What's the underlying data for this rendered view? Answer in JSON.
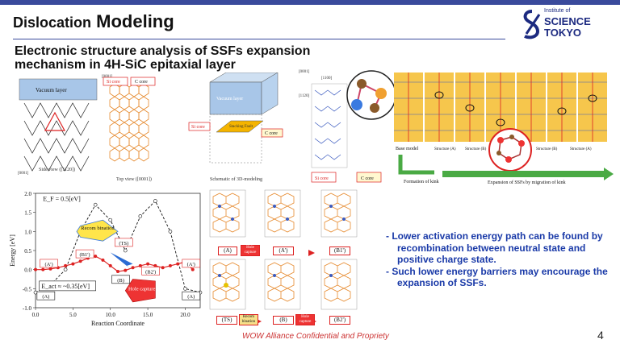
{
  "slide": {
    "title_small": "Dislocation",
    "title_big": "Modeling",
    "subtitle": "Electronic structure analysis of SSFs expansion mechanism in 4H-SiC epitaxial layer",
    "page_number": "4",
    "footer": "WOW Alliance Confidential and Propriety",
    "accent_color": "#3a4a9c"
  },
  "logo": {
    "line1": "Institute of",
    "line2": "SCIENCE",
    "line3": "TOKYO",
    "icon": "institute-logo-icon"
  },
  "fig_left": {
    "vacuum_label": "Vacuum layer",
    "si_core": "Si core",
    "c_core": "C core",
    "stacking_fault": "Stacking Fault",
    "caption_side": "Side view ([1120])",
    "caption_top": "Top view ([0001])",
    "caption_3d": "Schematic of 3D-modeling"
  },
  "fig_right": {
    "base_model": "Base model",
    "structure_a": "Structure (A)",
    "structure_b": "Structure (B)",
    "structure_b2": "Structure (B)",
    "structure_a2": "Structure (A)",
    "formation": "Formation of kink",
    "expansion": "Expansion of SSFs by migration of kink",
    "si_core": "Si core",
    "c_core": "C core",
    "axis_0001": "[0001]",
    "axis_1100": "[1100]",
    "axis_1120": "[1120]"
  },
  "chart_data": {
    "type": "line",
    "xlabel": "Reaction Coordinate",
    "ylabel": "Energy [eV]",
    "xlim": [
      0,
      22
    ],
    "ylim": [
      -1.0,
      2.0
    ],
    "xticks": [
      "0.0",
      "5.0",
      "10.0",
      "15.0",
      "20.0"
    ],
    "yticks": [
      "-1.0",
      "-0.5",
      "0.0",
      "0.5",
      "1.0",
      "1.5",
      "2.0"
    ],
    "ef_label": "E_F = 0.5[eV]",
    "eact_label": "E_act ≈ ~0.35[eV]",
    "recombination_label": "Recom bination",
    "hole_capture_label": "Hole capture",
    "state_labels": [
      "(A')",
      "(B1')",
      "(TS)",
      "(B)",
      "(B2')",
      "(A')",
      "(A)",
      "(A)"
    ],
    "series": [
      {
        "values_x": [
          0,
          1,
          2,
          3,
          4,
          5,
          6,
          7,
          8,
          9,
          10,
          11,
          12,
          13,
          14,
          15,
          16,
          17,
          18,
          19,
          20,
          21
        ],
        "values_y": [
          0.0,
          0.0,
          0.02,
          0.05,
          0.1,
          0.15,
          0.22,
          0.3,
          0.35,
          0.25,
          0.1,
          -0.05,
          -0.02,
          0.05,
          0.1,
          0.15,
          0.1,
          0.05,
          0.1,
          0.15,
          0.2,
          0.0
        ]
      },
      {
        "values_x": [
          0,
          2,
          4,
          6,
          8,
          10,
          12,
          14,
          16,
          18,
          20,
          22
        ],
        "values_y": [
          -0.6,
          -0.4,
          0.0,
          1.0,
          1.7,
          1.3,
          0.5,
          1.4,
          1.8,
          1.0,
          -0.5,
          -0.6
        ]
      }
    ]
  },
  "flow": {
    "a": "(A)",
    "hole_capture": "Hole capture",
    "a_prime": "(A')",
    "b1_prime": "(B1')",
    "ts": "(TS)",
    "recombination": "Recom bination",
    "b": "(B)",
    "hole_capture2": "Hole capture",
    "b2_prime": "(B2')"
  },
  "bullets": [
    "- Lower activation energy path can be found by recombination between neutral state and positive charge state.",
    "- Such lower energy barriers may encourage the expansion of SSFs."
  ]
}
